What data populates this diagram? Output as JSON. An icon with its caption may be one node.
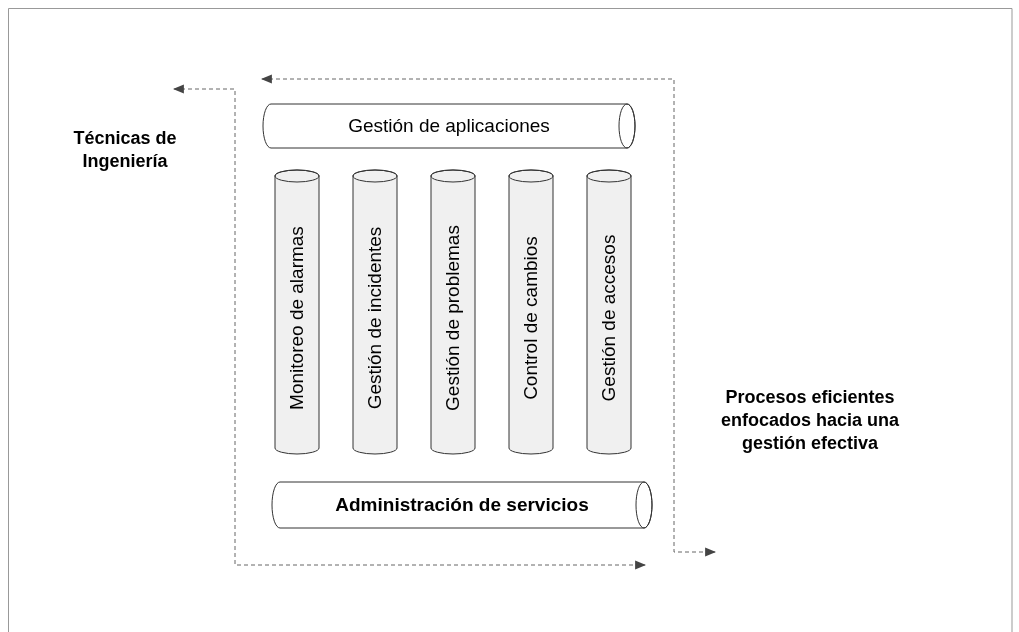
{
  "diagram": {
    "nodes": [
      {
        "text": [
          "Gestión de aplicaciones"
        ]
      },
      {
        "text": [
          "Monitoreo de alarmas"
        ]
      },
      {
        "text": [
          "Gestión de incidentes"
        ]
      },
      {
        "text": [
          "Gestión de problemas"
        ]
      },
      {
        "text": [
          "Control de cambios"
        ]
      },
      {
        "text": [
          "Gestión de accesos"
        ]
      },
      {
        "text": [
          "Administración de servicios"
        ]
      }
    ],
    "labels": [
      "Técnicas de Ingeniería",
      "Procesos eficientes enfocados hacia una gestión efectiva"
    ]
  }
}
